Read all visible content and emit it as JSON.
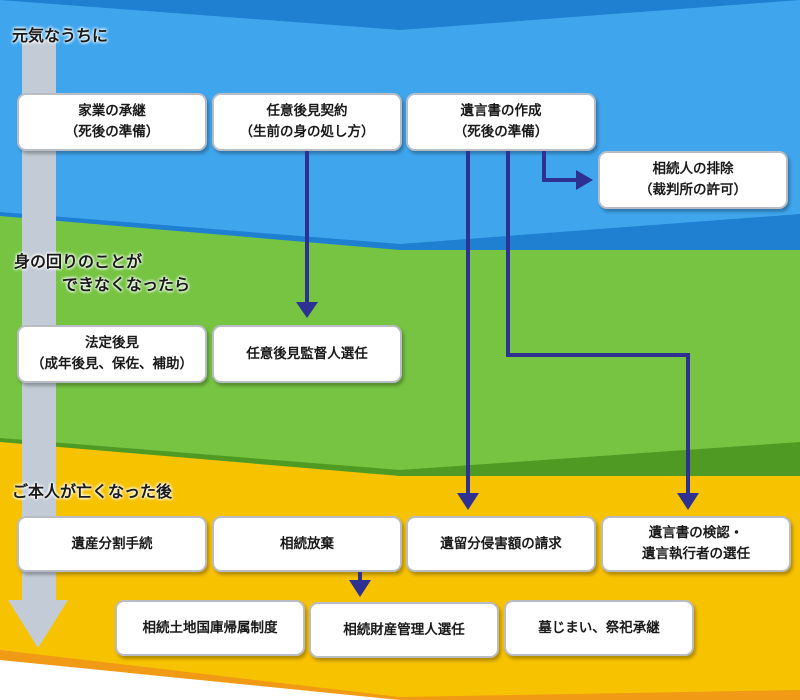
{
  "stages": [
    {
      "id": "healthy",
      "label": "元気なうちに",
      "color": "#3fa6ee"
    },
    {
      "id": "care",
      "label": "身の回りのことが\n　　　できなくなったら",
      "color": "#76c442"
    },
    {
      "id": "death",
      "label": "ご本人が亡くなった後",
      "color": "#f7c200"
    }
  ],
  "colors": {
    "timeline": "#c3ccd6",
    "arrow": "#2e3192",
    "healthy_edge": "#1f7fd0",
    "care_edge": "#4f9a22",
    "death_edge": "#f09a15"
  },
  "boxes": {
    "family_business": "家業の承継\n（死後の準備）",
    "voluntary_guardianship": "任意後見契約\n（生前の身の処し方）",
    "will_creation": "遺言書の作成\n（死後の準備）",
    "heir_exclusion": "相続人の排除\n（裁判所の許可）",
    "adult_guardianship": "法定後見\n（成年後見、保佐、補助）",
    "guardian_supervisor": "任意後見監督人選任",
    "inheritance_division": "遺産分割手続",
    "inheritance_renunciation": "相続放棄",
    "forced_share_claim": "遺留分侵害額の請求",
    "will_probate": "遺言書の検認・\n遺言執行者の選任",
    "land_to_state": "相続土地国庫帰属制度",
    "estate_administrator": "相続財産管理人選任",
    "grave_closure": "墓じまい、祭祀承継"
  }
}
